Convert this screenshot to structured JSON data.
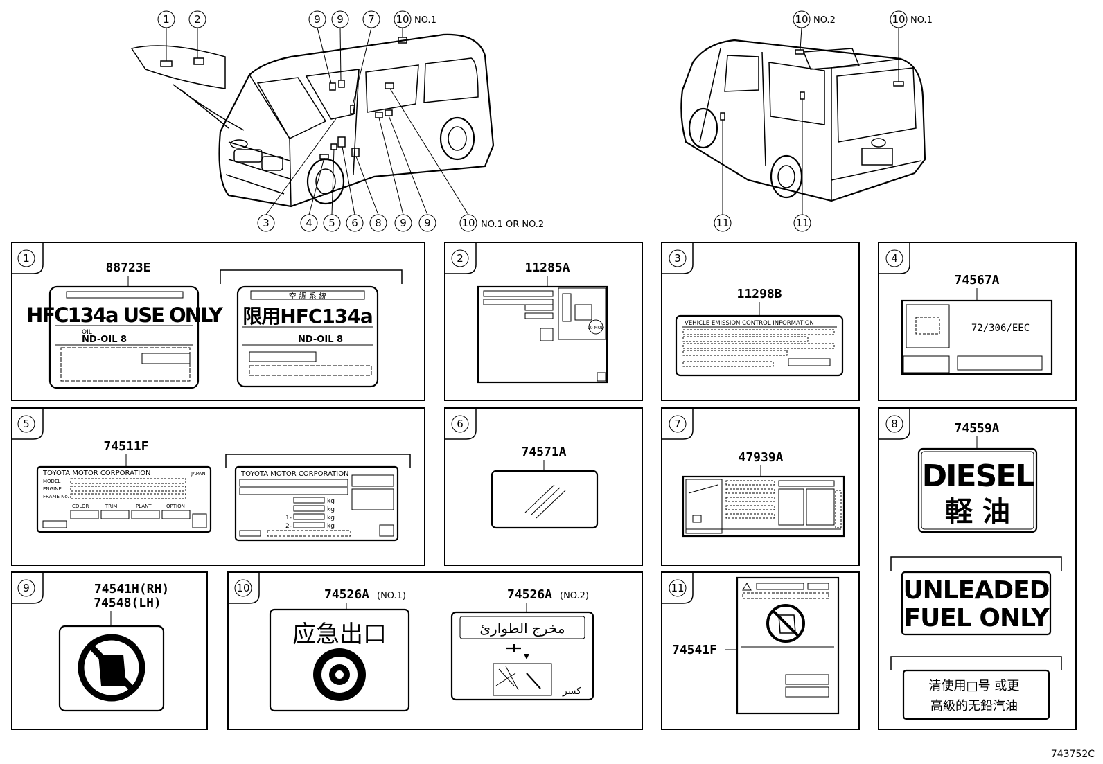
{
  "callouts": {
    "top_left": [
      "1",
      "2",
      "9",
      "9",
      "7",
      "10"
    ],
    "top_left_no1": "NO.1",
    "bottom_left": [
      "3",
      "4",
      "5",
      "6",
      "8",
      "9",
      "9",
      "10"
    ],
    "bottom_left_note": "NO.1 OR NO.2",
    "top_right": [
      "10",
      "10"
    ],
    "top_right_no2": "NO.2",
    "top_right_no1": "NO.1",
    "bottom_right": [
      "11",
      "11"
    ]
  },
  "panels": {
    "p1": {
      "num": "1",
      "part": "88723E",
      "label_a_line1": "HFC134a USE ONLY",
      "label_a_oil": "OIL",
      "label_a_nd": "ND-OIL 8",
      "label_b_top": "空 調 系 統",
      "label_b_main": "限用HFC134a",
      "label_b_nd": "ND-OIL 8"
    },
    "p2": {
      "num": "2",
      "part": "11285A",
      "badge": "10 MOD"
    },
    "p3": {
      "num": "3",
      "part": "11298B",
      "header": "VEHICLE EMISSION CONTROL INFORMATION"
    },
    "p4": {
      "num": "4",
      "part": "74567A",
      "code": "72/306/EEC"
    },
    "p5": {
      "num": "5",
      "part": "74511F",
      "plate_a_title": "TOYOTA MOTOR CORPORATION",
      "plate_a_japan": "JAPAN",
      "plate_a_rows": [
        "MODEL",
        "ENGINE",
        "FRAME No."
      ],
      "plate_a_cols": [
        "COLOR",
        "TRIM",
        "PLANT",
        "OPTION"
      ],
      "plate_b_title": "TOYOTA MOTOR CORPORATION",
      "kg": [
        "kg",
        "kg",
        "kg",
        "kg"
      ],
      "axle": [
        "1-",
        "2-"
      ]
    },
    "p6": {
      "num": "6",
      "part": "74571A"
    },
    "p7": {
      "num": "7",
      "part": "47939A"
    },
    "p8": {
      "num": "8",
      "part": "74559A",
      "diesel": "DIESEL",
      "diesel_cn": "軽 油",
      "unleaded1": "UNLEADED",
      "unleaded2": "FUEL ONLY",
      "cn1": "清使用□号 或更",
      "cn2": "高級的无鉛汽油"
    },
    "p9": {
      "num": "9",
      "part_rh": "74541H(RH)",
      "part_lh": "74548(LH)"
    },
    "p10": {
      "num": "10",
      "part_no1": "74526A",
      "part_no1_tag": "(NO.1)",
      "exit_cn": "应急出口",
      "part_no2": "74526A",
      "part_no2_tag": "(NO.2)",
      "exit_ar": "مخرج الطوارئ",
      "break_ar": "كسر"
    },
    "p11": {
      "num": "11",
      "part": "74541F"
    }
  },
  "ref_code": "743752C"
}
